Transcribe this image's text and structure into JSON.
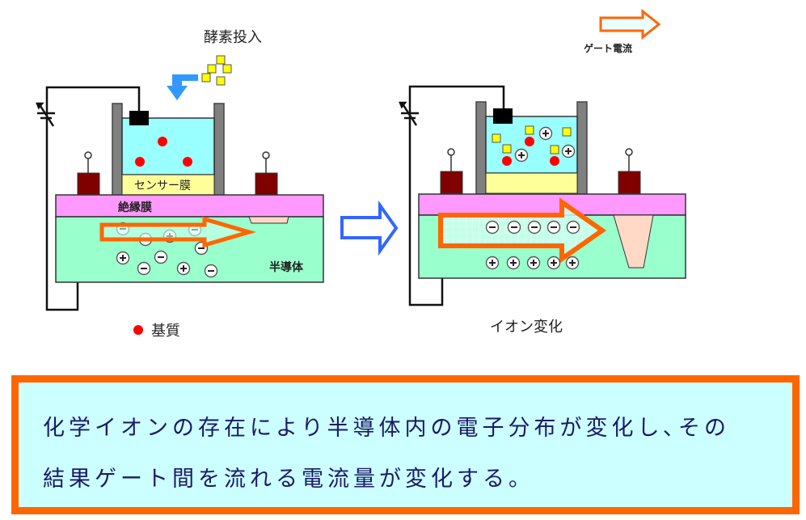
{
  "colors": {
    "solution": "#99ffff",
    "sensor_membrane": "#ffff99",
    "insulating_film": "#ff99ff",
    "semiconductor": "#99ffcc",
    "electrode": "#800000",
    "wall": "#808080",
    "substrate": "#ff0000",
    "enzyme": "#ffff00",
    "gate_current_arrow": "#ff6600",
    "transition_arrow": "#3366ff",
    "enzyme_drop_arrow": "#3399ff",
    "depletion_region": "#ffd9c6",
    "caption_bg": "#ccffff",
    "caption_border": "#ff6600",
    "caption_text": "#1a1a66"
  },
  "left_panel": {
    "enzyme_input_label": "酵素投入",
    "sensor_membrane_label": "センサー膜",
    "insulating_film_label": "絶縁膜",
    "semiconductor_label": "半導体",
    "substrate_legend_label": "基質"
  },
  "right_panel": {
    "gate_current_legend_label": "ゲート電流",
    "ion_change_label": "イオン変化"
  },
  "caption": {
    "line1": "化学イオンの存在により半導体内の電子分布が変化し､その",
    "line2": "結果ゲート間を流れる電流量が変化する。"
  }
}
